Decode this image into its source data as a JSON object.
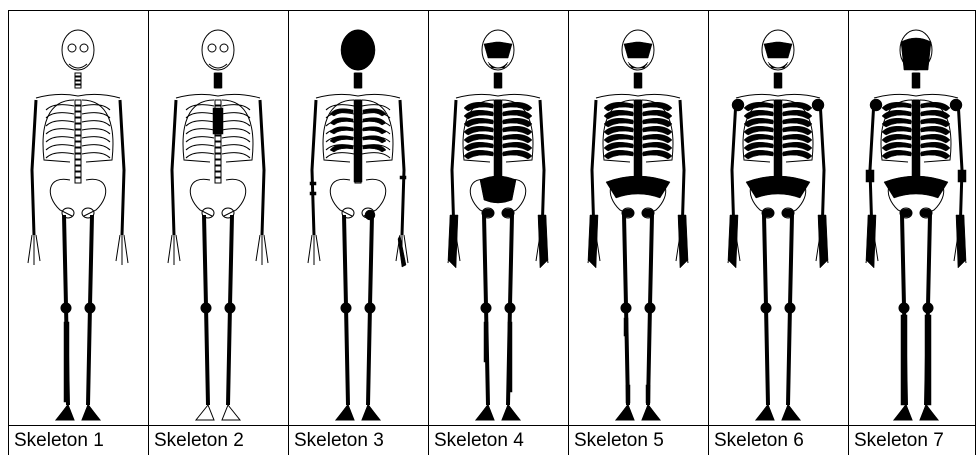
{
  "skeletons": [
    {
      "label": "Skeleton 1",
      "marks": [
        "knees",
        "leftShin",
        "feet"
      ]
    },
    {
      "label": "Skeleton 2",
      "marks": [
        "knees",
        "neck",
        "sternum"
      ]
    },
    {
      "label": "Skeleton 3",
      "marks": [
        "skull",
        "neck",
        "ribsPartial",
        "spine",
        "hipSpot",
        "knees",
        "feet",
        "forearmMarks",
        "handLeft"
      ]
    },
    {
      "label": "Skeleton 4",
      "marks": [
        "eyes",
        "jaw",
        "neck",
        "ribsFull",
        "spine",
        "pelvisUpper",
        "pelvisLower",
        "hands",
        "knees",
        "shins",
        "feet"
      ]
    },
    {
      "label": "Skeleton 5",
      "marks": [
        "eyes",
        "jaw",
        "neck",
        "ribsFull",
        "spine",
        "pelvisWide",
        "pelvisLower",
        "hands",
        "knees",
        "shinsLow",
        "feet"
      ]
    },
    {
      "label": "Skeleton 6",
      "marks": [
        "eyes",
        "jaw",
        "neck",
        "ribsFull",
        "spine",
        "shoulders",
        "pelvisWide",
        "pelvisLower",
        "hands",
        "knees",
        "feet"
      ]
    },
    {
      "label": "Skeleton 7",
      "marks": [
        "skullFace",
        "neck",
        "ribsFull",
        "spine",
        "shoulders",
        "pelvisWide",
        "pelvisLower",
        "hands",
        "elbows",
        "knees",
        "shinsFull",
        "feet"
      ]
    }
  ]
}
